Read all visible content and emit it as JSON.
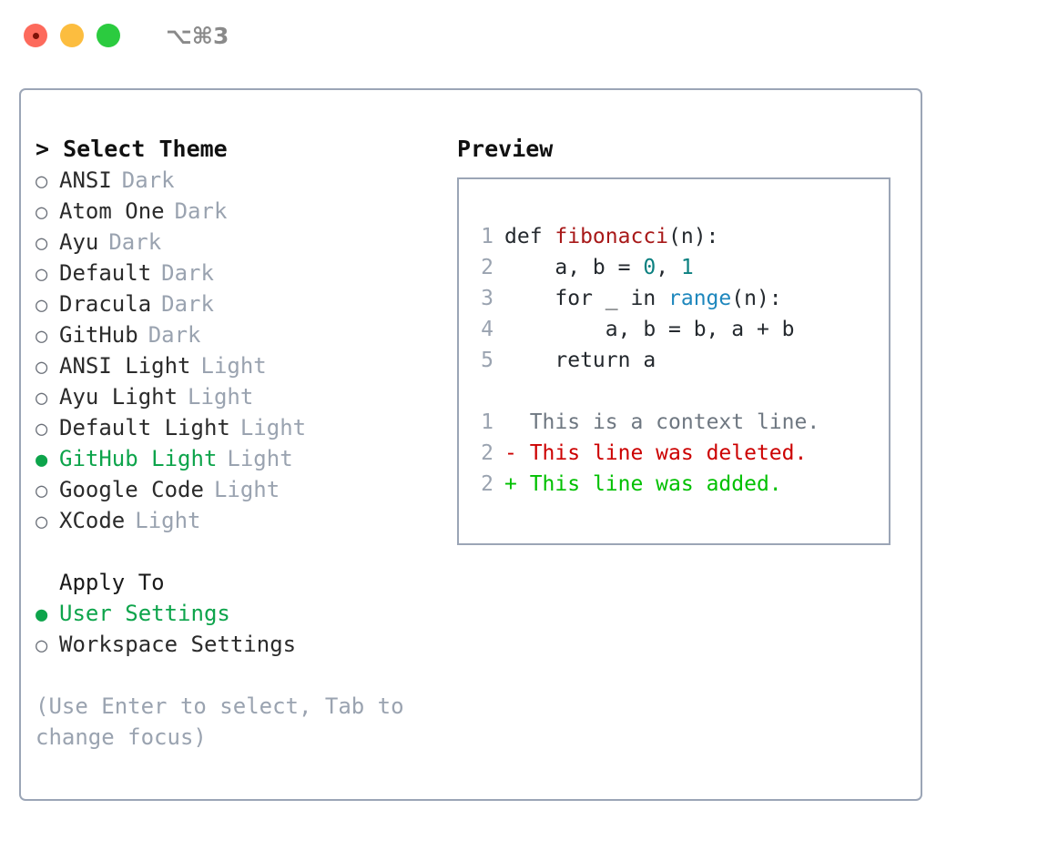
{
  "window": {
    "shortcut": "⌥⌘3",
    "traffic_lights": [
      "close",
      "minimize",
      "maximize"
    ]
  },
  "theme_pane": {
    "header": "> Select Theme",
    "focused": true,
    "selected_index": 9,
    "bullet_unselected": "○",
    "bullet_selected": "●",
    "items": [
      {
        "label": "ANSI",
        "tag": "Dark",
        "selected": false
      },
      {
        "label": "Atom One",
        "tag": "Dark",
        "selected": false
      },
      {
        "label": "Ayu",
        "tag": "Dark",
        "selected": false
      },
      {
        "label": "Default",
        "tag": "Dark",
        "selected": false
      },
      {
        "label": "Dracula",
        "tag": "Dark",
        "selected": false
      },
      {
        "label": "GitHub",
        "tag": "Dark",
        "selected": false
      },
      {
        "label": "ANSI Light",
        "tag": "Light",
        "selected": false
      },
      {
        "label": "Ayu Light",
        "tag": "Light",
        "selected": false
      },
      {
        "label": "Default Light",
        "tag": "Light",
        "selected": false
      },
      {
        "label": "GitHub Light",
        "tag": "Light",
        "selected": true
      },
      {
        "label": "Google Code",
        "tag": "Light",
        "selected": false
      },
      {
        "label": "XCode",
        "tag": "Light",
        "selected": false
      }
    ]
  },
  "apply_to": {
    "label": "Apply To",
    "options": [
      {
        "label": "User Settings",
        "selected": true
      },
      {
        "label": "Workspace Settings",
        "selected": false
      }
    ]
  },
  "hint": "(Use Enter to select, Tab to change focus)",
  "preview_pane": {
    "header": "Preview",
    "code_lines": [
      {
        "number": "1",
        "segments": [
          {
            "text": "def ",
            "style": "plain"
          },
          {
            "text": "fibonacci",
            "style": "fn"
          },
          {
            "text": "(n):",
            "style": "plain"
          }
        ]
      },
      {
        "number": "2",
        "segments": [
          {
            "text": "    a, b = ",
            "style": "plain"
          },
          {
            "text": "0",
            "style": "num"
          },
          {
            "text": ", ",
            "style": "plain"
          },
          {
            "text": "1",
            "style": "num"
          }
        ]
      },
      {
        "number": "3",
        "segments": [
          {
            "text": "    for _ in ",
            "style": "plain"
          },
          {
            "text": "range",
            "style": "call"
          },
          {
            "text": "(n):",
            "style": "plain"
          }
        ]
      },
      {
        "number": "4",
        "segments": [
          {
            "text": "        a, b = b, a + b",
            "style": "plain"
          }
        ]
      },
      {
        "number": "5",
        "segments": [
          {
            "text": "    return a",
            "style": "plain"
          }
        ]
      }
    ],
    "diff_lines": [
      {
        "number": "1",
        "marker": " ",
        "text": "This is a context line.",
        "kind": "context"
      },
      {
        "number": "2",
        "marker": "-",
        "text": "This line was deleted.",
        "kind": "deleted"
      },
      {
        "number": "2",
        "marker": "+",
        "text": "This line was added.",
        "kind": "added"
      }
    ]
  },
  "colors": {
    "accent_green": "#0da44b",
    "diff_add": "#00c000",
    "diff_del": "#cc0000",
    "border": "#9ba5b6",
    "muted": "#9aa3b0",
    "syntax_function": "#a81919",
    "syntax_number": "#0b8080",
    "syntax_call": "#1e87bd"
  }
}
